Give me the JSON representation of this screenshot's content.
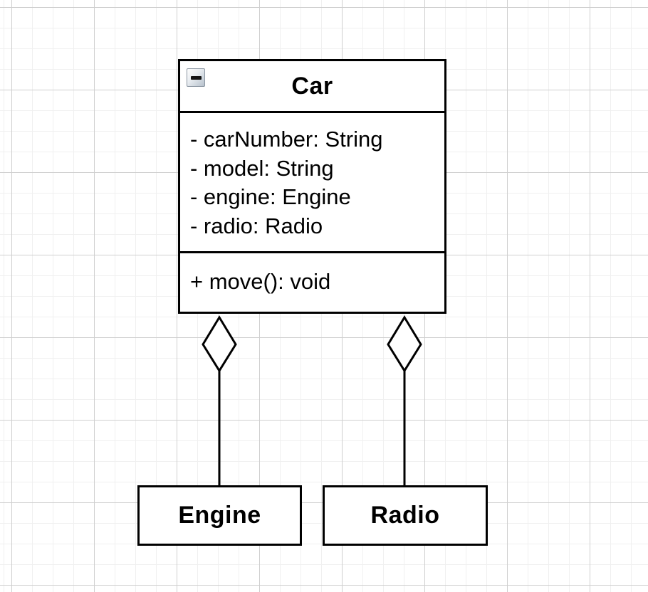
{
  "canvas": {
    "background": "#ffffff",
    "grid_minor_color": "#f0f0f0",
    "grid_major_color": "#cfcfcf",
    "stroke_color": "#000000",
    "shape_fill": "#ffffff"
  },
  "uml": {
    "car": {
      "name": "Car",
      "collapse_icon": "minus",
      "attributes": [
        "- carNumber: String",
        "- model: String",
        "- engine: Engine",
        "- radio: Radio"
      ],
      "methods": [
        "+ move(): void"
      ]
    },
    "engine": {
      "name": "Engine"
    },
    "radio": {
      "name": "Radio"
    },
    "relationships": [
      {
        "type": "aggregation",
        "from": "Car",
        "to": "Engine",
        "marker": "hollow-diamond"
      },
      {
        "type": "aggregation",
        "from": "Car",
        "to": "Radio",
        "marker": "hollow-diamond"
      }
    ]
  }
}
